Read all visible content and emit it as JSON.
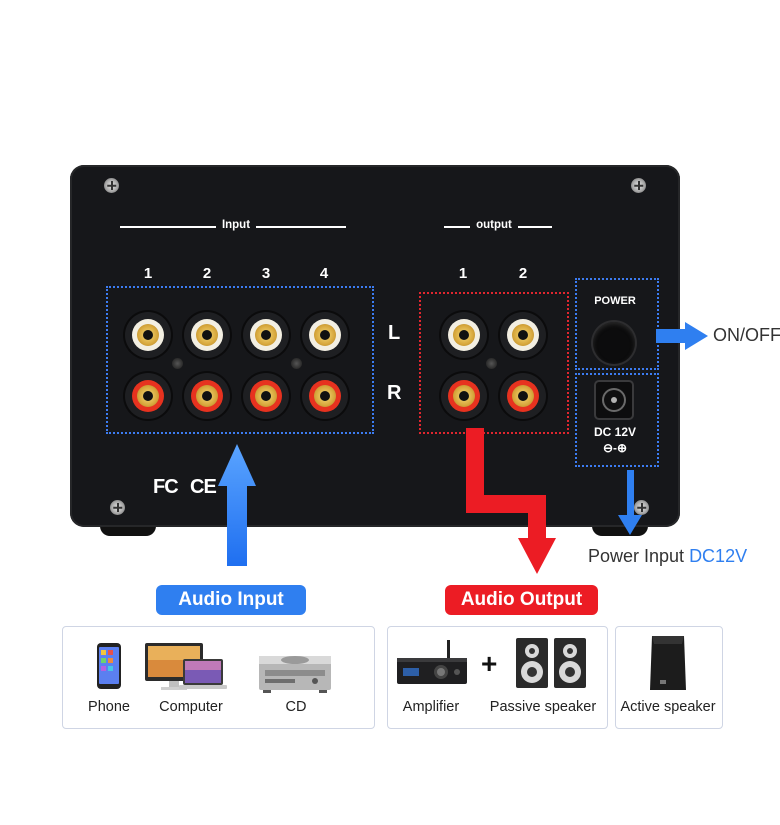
{
  "panel": {
    "input_label": "Input",
    "output_label": "output",
    "input_numbers": [
      "1",
      "2",
      "3",
      "4"
    ],
    "output_numbers": [
      "1",
      "2"
    ],
    "left_label": "L",
    "right_label": "R",
    "power_label": "POWER",
    "dc_label": "DC 12V",
    "polarity_label": "⊖-⊕",
    "fc_mark": "FC",
    "ce_mark": "CE"
  },
  "annotations": {
    "on_off": "ON/OFF",
    "power_input_prefix": "Power Input ",
    "power_input_value": "DC12V",
    "audio_input": "Audio Input",
    "audio_output": "Audio Output"
  },
  "devices": {
    "phone": "Phone",
    "computer": "Computer",
    "cd": "CD",
    "amplifier": "Amplifier",
    "plus": "+",
    "passive_speaker": "Passive speaker",
    "active_speaker": "Active speaker"
  },
  "colors": {
    "blue_accent": "#2f7ff0",
    "red_accent": "#ec1c24",
    "panel_black": "#16171a"
  }
}
